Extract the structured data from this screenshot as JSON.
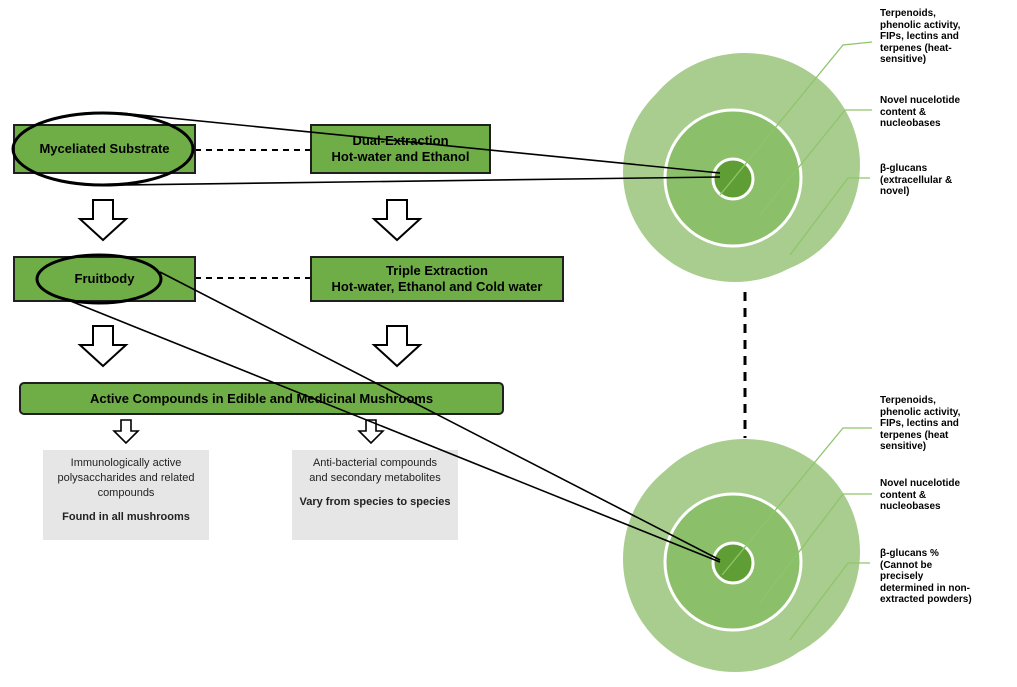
{
  "boxes": {
    "myceliated_substrate": "Myceliated Substrate",
    "dual_extraction_line1": "Dual-Extraction",
    "dual_extraction_line2": "Hot-water and Ethanol",
    "fruitbody": "Fruitbody",
    "triple_extraction_line1": "Triple Extraction",
    "triple_extraction_line2": "Hot-water, Ethanol and Cold water",
    "active_compounds": "Active Compounds in Edible and Medicinal Mushrooms"
  },
  "info_boxes": {
    "left_line1": "Immunologically active",
    "left_line2": "polysaccharides and related",
    "left_line3": "compounds",
    "left_bold": "Found in all mushrooms",
    "right_line1": "Anti-bacterial compounds",
    "right_line2": "and secondary metabolites",
    "right_bold": "Vary from species to species"
  },
  "top_rings": {
    "outer_label": [
      "Terpenoids,",
      "phenolic activity,",
      "FIPs, lectins and",
      "terpenes (heat-",
      "sensitive)"
    ],
    "middle_label": [
      "Novel nucelotide",
      "content &",
      "nucleobases"
    ],
    "inner_label": [
      "β-glucans",
      "(extracellular &",
      "novel)"
    ]
  },
  "bottom_rings": {
    "outer_label": [
      "Terpenoids,",
      "phenolic activity,",
      "FIPs, lectins and",
      "terpenes (heat",
      "sensitive)"
    ],
    "middle_label": [
      "Novel nucelotide",
      "content &",
      "nucleobases"
    ],
    "inner_label": [
      "β-glucans %",
      "(Cannot be",
      "precisely",
      "determined in non-",
      "extracted powders)"
    ]
  },
  "colors": {
    "box_green": "#6fae46",
    "ring_outer": "#a9cd8f",
    "ring_middle": "#8bbf6a",
    "ring_inner": "#5e9e35",
    "info_gray": "#e6e6e6"
  }
}
